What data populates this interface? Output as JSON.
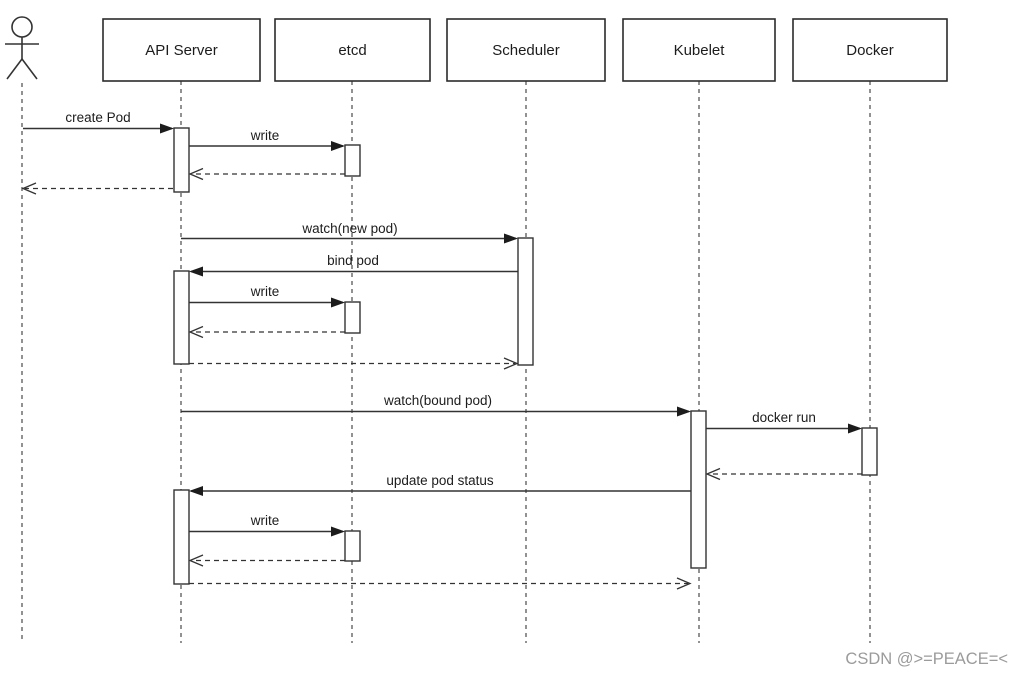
{
  "diagram": {
    "type": "uml-sequence",
    "participants": [
      {
        "label": "API Server"
      },
      {
        "label": "etcd"
      },
      {
        "label": "Scheduler"
      },
      {
        "label": "Kubelet"
      },
      {
        "label": "Docker"
      }
    ],
    "actor": {
      "shape": "stick-figure",
      "label": ""
    },
    "messages": [
      {
        "label": "create Pod",
        "from": "actor",
        "to": "API Server",
        "style": "solid"
      },
      {
        "label": "write",
        "from": "API Server",
        "to": "etcd",
        "style": "solid"
      },
      {
        "label": "watch(new pod)",
        "from": "API Server",
        "to": "Scheduler",
        "style": "solid"
      },
      {
        "label": "bind pod",
        "from": "Scheduler",
        "to": "API Server",
        "style": "solid"
      },
      {
        "label": "write",
        "from": "API Server",
        "to": "etcd",
        "style": "solid"
      },
      {
        "label": "watch(bound pod)",
        "from": "API Server",
        "to": "Kubelet",
        "style": "solid"
      },
      {
        "label": "docker run",
        "from": "Kubelet",
        "to": "Docker",
        "style": "solid"
      },
      {
        "label": "update pod status",
        "from": "Kubelet",
        "to": "API Server",
        "style": "solid"
      },
      {
        "label": "write",
        "from": "API Server",
        "to": "etcd",
        "style": "solid"
      }
    ],
    "replies": [
      {
        "label": "",
        "from": "etcd",
        "to": "API Server",
        "style": "dashed"
      },
      {
        "label": "",
        "from": "API Server",
        "to": "actor",
        "style": "dashed"
      },
      {
        "label": "",
        "from": "etcd",
        "to": "API Server",
        "style": "dashed"
      },
      {
        "label": "",
        "from": "API Server",
        "to": "Scheduler",
        "style": "dashed"
      },
      {
        "label": "",
        "from": "Docker",
        "to": "Kubelet",
        "style": "dashed"
      },
      {
        "label": "",
        "from": "etcd",
        "to": "API Server",
        "style": "dashed"
      },
      {
        "label": "",
        "from": "API Server",
        "to": "Kubelet",
        "style": "dashed"
      }
    ],
    "colors": {
      "line": "#333333",
      "box_fill": "#ffffff",
      "watermark": "#9b9b9b"
    },
    "watermark": {
      "text": "CSDN @>=PEACE=<"
    }
  }
}
